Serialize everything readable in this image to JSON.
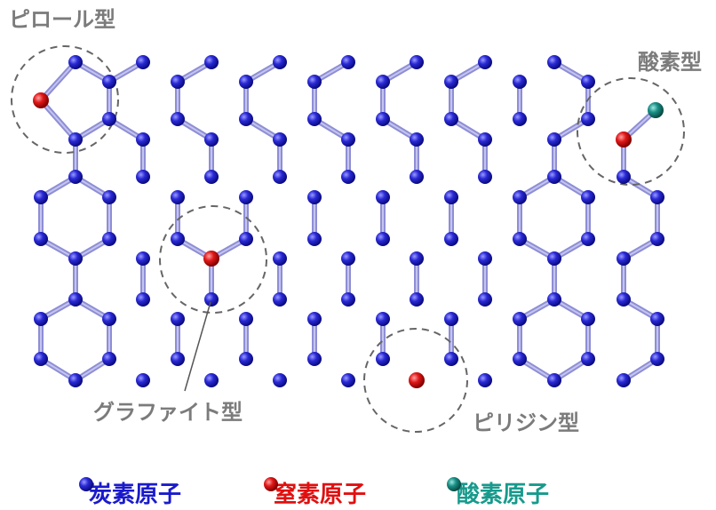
{
  "labels": {
    "pyrrole": "ピロール型",
    "oxygen_type": "酸素型",
    "graphite": "グラファイト型",
    "pyridine": "ピリジン型"
  },
  "legend": [
    {
      "label": "炭素原子",
      "color": "#1a1acc"
    },
    {
      "label": "窒素原子",
      "color": "#e01010"
    },
    {
      "label": "酸素原子",
      "color": "#179a8c"
    }
  ],
  "colors": {
    "bond": "#8e8ed6",
    "carbon": "#2a2ad0",
    "nitrogen": "#e01818",
    "oxygen": "#1a9086",
    "dashed_circle": "#666666",
    "label_gray": "#7b7b7b"
  }
}
